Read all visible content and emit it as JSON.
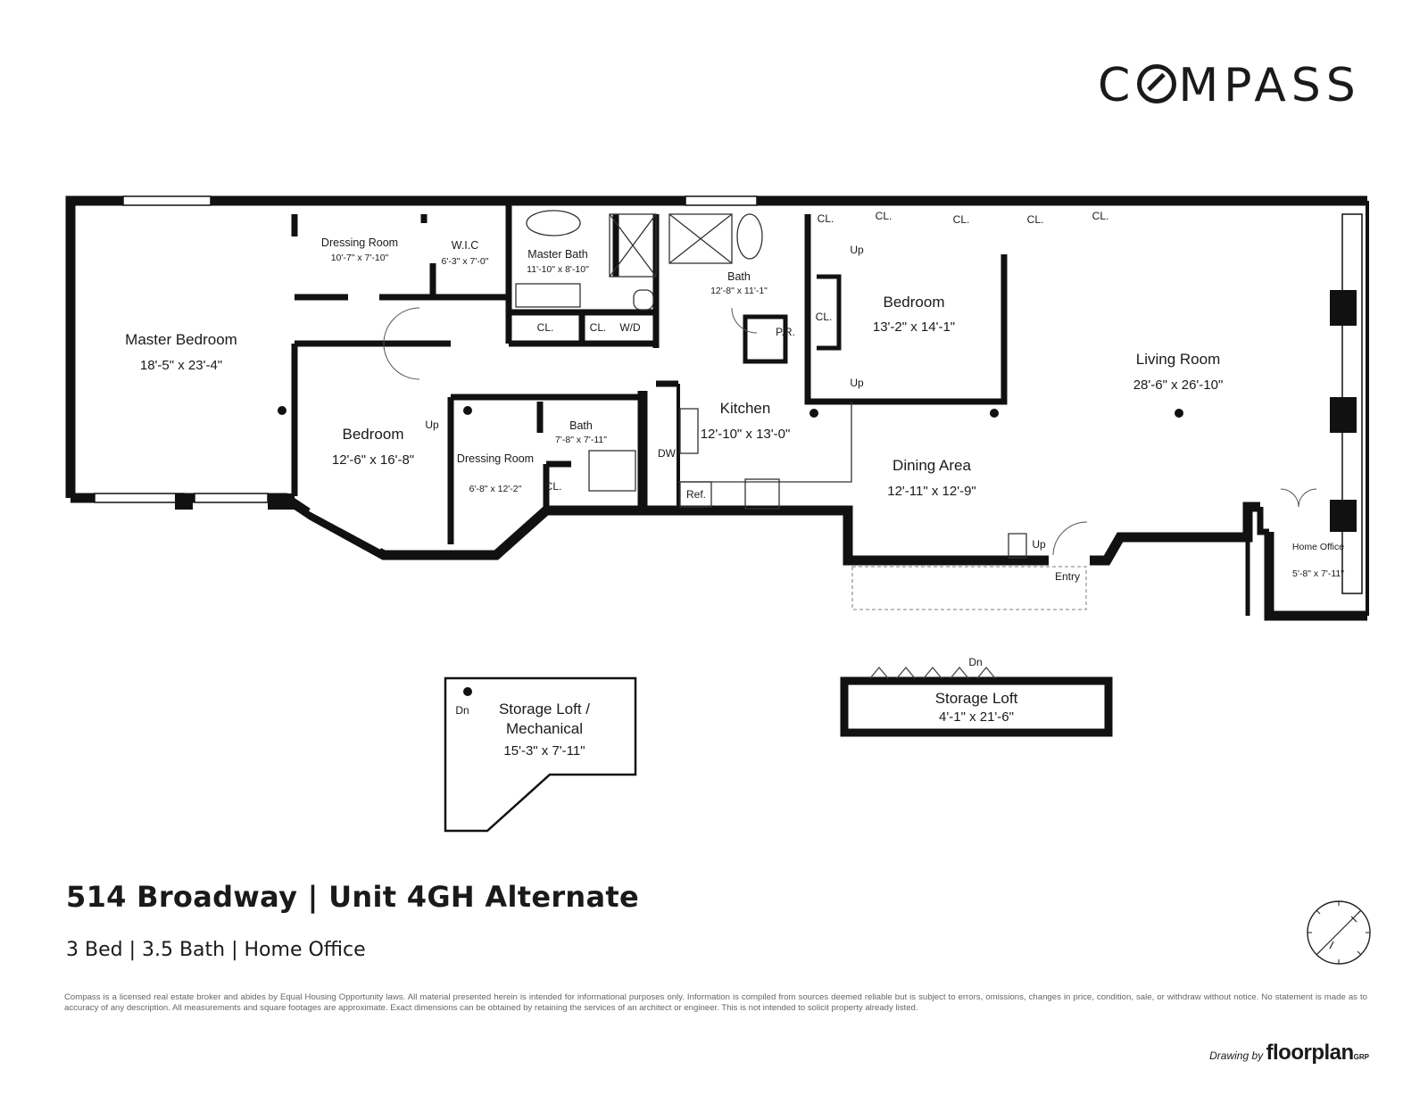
{
  "brand": {
    "logo_text": "COMPASS",
    "logo_c": "C",
    "logo_rest": "MPASS"
  },
  "listing": {
    "title": "514 Broadway | Unit 4GH Alternate",
    "summary": "3 Bed | 3.5 Bath | Home Office"
  },
  "rooms": {
    "master_bedroom": {
      "label": "Master Bedroom",
      "dims": "18'-5\" x 23'-4\""
    },
    "dressing_room_1": {
      "label": "Dressing Room",
      "dims": "10'-7\" x 7'-10\""
    },
    "wic": {
      "label": "W.I.C",
      "dims": "6'-3\" x 7'-0\""
    },
    "master_bath": {
      "label": "Master Bath",
      "dims": "11'-10\" x 8'-10\""
    },
    "bath_1": {
      "label": "Bath",
      "dims": "12'-8\" x 11'-1\""
    },
    "bedroom_2": {
      "label": "Bedroom",
      "dims": "13'-2\" x 14'-1\""
    },
    "living_room": {
      "label": "Living Room",
      "dims": "28'-6\" x 26'-10\""
    },
    "kitchen": {
      "label": "Kitchen",
      "dims": "12'-10\" x 13'-0\""
    },
    "bedroom_3": {
      "label": "Bedroom",
      "dims": "12'-6\" x 16'-8\""
    },
    "bath_2": {
      "label": "Bath",
      "dims": "7'-8\" x 7'-11\""
    },
    "dressing_room_2": {
      "label": "Dressing Room",
      "dims": "6'-8\" x 12'-2\""
    },
    "dining_area": {
      "label": "Dining Area",
      "dims": "12'-11\" x 12'-9\""
    },
    "home_office": {
      "label": "Home Office",
      "dims": "5'-8\" x 7'-11\""
    },
    "storage_loft_mech": {
      "label_1": "Storage Loft /",
      "label_2": "Mechanical",
      "dims": "15'-3\" x 7'-11\""
    },
    "storage_loft": {
      "label": "Storage Loft",
      "dims": "4'-1\" x 21'-6\""
    }
  },
  "tags": {
    "closet": "CL.",
    "washer_dryer": "W/D",
    "powder_room": "P.R.",
    "dishwasher": "DW",
    "refrigerator": "Ref.",
    "up": "Up",
    "down": "Dn",
    "entry": "Entry"
  },
  "disclaimer": "Compass is a licensed real estate broker and abides by Equal Housing Opportunity laws. All material presented herein is intended for informational purposes only. Information is compiled from sources deemed reliable but is subject to errors, omissions, changes in price, condition, sale, or withdraw without notice. No statement is made as to accuracy of any description. All measurements and square footages are approximate. Exact dimensions can be obtained by retaining the services of an architect or engineer. This is not intended to solicit property already listed.",
  "credit": {
    "prefix": "Drawing by",
    "brand": "floorplan",
    "suffix": "GRP"
  },
  "colors": {
    "wall": "#111111",
    "ink": "#1a1a1a",
    "fine_print": "#666666"
  }
}
